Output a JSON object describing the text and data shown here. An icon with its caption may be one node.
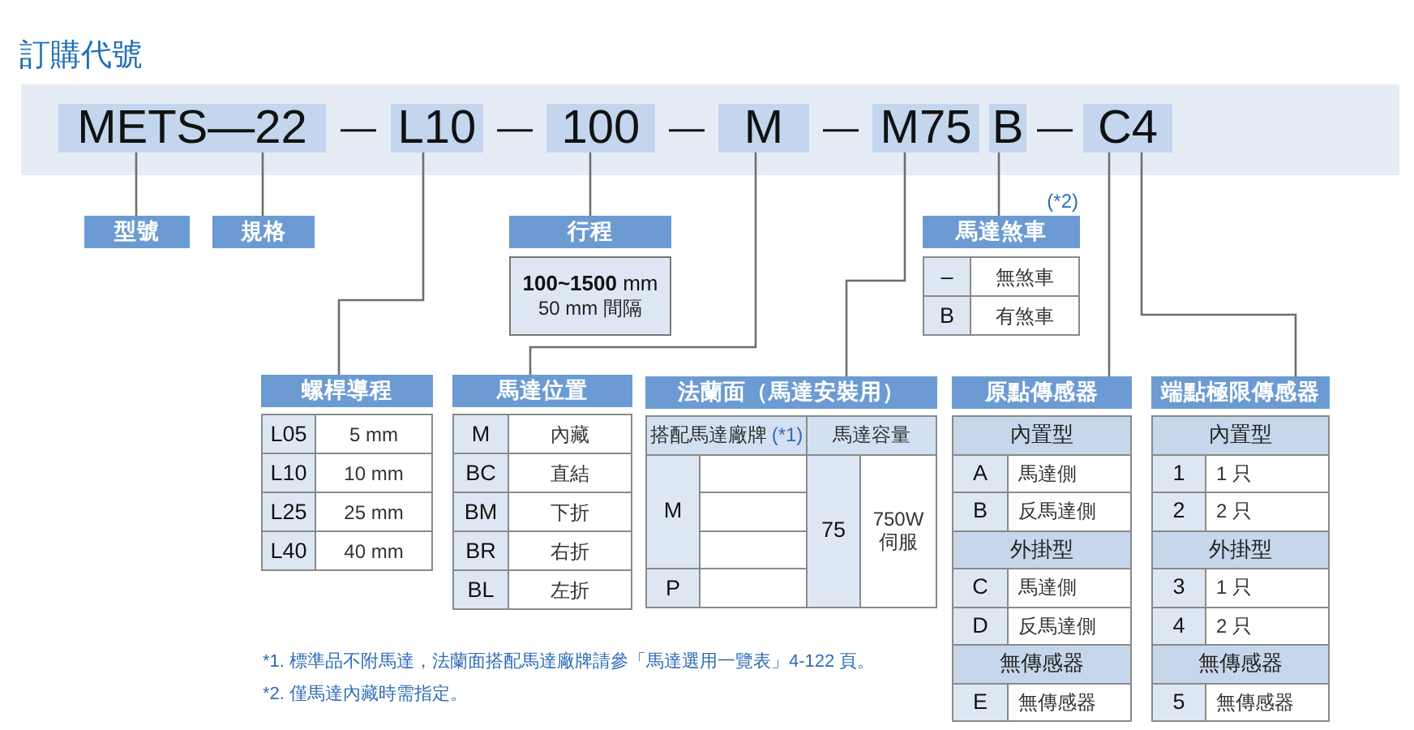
{
  "diagram": {
    "title": "訂購代號",
    "nodes": [
      {
        "text": [
          "—",
          "—",
          "—",
          "—",
          "—"
        ]
      },
      {
        "text": [
          "METS—22"
        ],
        "in": 0
      },
      {
        "text": [
          "L10"
        ],
        "in": 0
      },
      {
        "text": [
          "100"
        ],
        "in": 0
      },
      {
        "text": [
          "M"
        ],
        "in": 0
      },
      {
        "text": [
          "M75"
        ],
        "in": 0
      },
      {
        "text": [
          "B"
        ],
        "in": 0
      },
      {
        "text": [
          "C4"
        ],
        "in": 0
      },
      {
        "text": [
          "型號"
        ]
      },
      {
        "text": [
          "規格"
        ]
      },
      {
        "text": [
          "行程",
          "**100~1500** mm",
          "50 mm 間隔"
        ]
      },
      {
        "text": [
          "馬達煞車",
          "–",
          "無煞車",
          "B",
          "有煞車"
        ],
        "beside": [
          "(*2)"
        ]
      },
      {
        "text": [
          "螺桿導程",
          "L05",
          "5 mm",
          "L10",
          "10 mm",
          "L25",
          "25 mm",
          "L40",
          "40 mm"
        ]
      },
      {
        "text": [
          "馬達位置",
          "M",
          "內藏",
          "BC",
          "直結",
          "BM",
          "下折",
          "BR",
          "右折",
          "BL",
          "左折"
        ]
      },
      {
        "text": [
          "法蘭面（馬達安裝用）",
          "搭配馬達廠牌",
          "(*1)",
          "馬達容量",
          "M",
          "75",
          "750W 伺服",
          "P"
        ]
      },
      {
        "text": [
          "原點傳感器",
          "內置型",
          "A",
          "馬達側",
          "B",
          "反馬達側",
          "外掛型",
          "C",
          "馬達側",
          "D",
          "反馬達側",
          "無傳感器",
          "E",
          "無傳感器"
        ]
      },
      {
        "text": [
          "端點極限傳感器",
          "內置型",
          "1",
          "1 只",
          "2",
          "2 只",
          "外掛型",
          "3",
          "1 只",
          "4",
          "2 只",
          "無傳感器",
          "5",
          "無傳感器"
        ]
      }
    ],
    "edges": [
      {
        "from": 1,
        "to": 8,
        "arrow": "none"
      },
      {
        "from": 1,
        "to": 9,
        "arrow": "none"
      },
      {
        "from": 2,
        "to": 12,
        "arrow": "none"
      },
      {
        "from": 3,
        "to": 10,
        "arrow": "none"
      },
      {
        "from": 4,
        "to": 13,
        "arrow": "none"
      },
      {
        "from": 5,
        "to": 14,
        "arrow": "none"
      },
      {
        "from": 6,
        "to": 11,
        "arrow": "none"
      },
      {
        "from": 7,
        "to": 15,
        "arrow": "none"
      },
      {
        "from": 7,
        "to": 16,
        "arrow": "none"
      }
    ],
    "labels": [
      "*1. 標準品不附馬達，法蘭面搭配馬達廠牌請參「馬達選用一覽表」4-122 頁。",
      "*2. 僅馬達內藏時需指定。"
    ]
  }
}
